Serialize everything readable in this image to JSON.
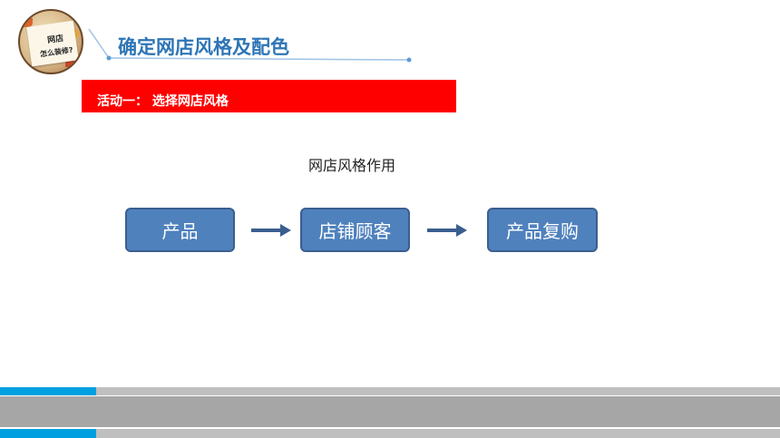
{
  "logo": {
    "line1": "网店",
    "line2": "怎么装修?"
  },
  "header": {
    "title": "确定网店风格及配色"
  },
  "banner": {
    "label": "活动一： 选择网店风格",
    "color": "#ff0000"
  },
  "main": {
    "subheading": "网店风格作用",
    "flow": [
      {
        "label": "产品"
      },
      {
        "label": "店铺顾客"
      },
      {
        "label": "产品复购"
      }
    ],
    "box_color": "#4f81bd",
    "accent_color": "#2e75b6"
  },
  "footer": {
    "blue": "#00a0e0",
    "gray": "#a6a6a6"
  }
}
